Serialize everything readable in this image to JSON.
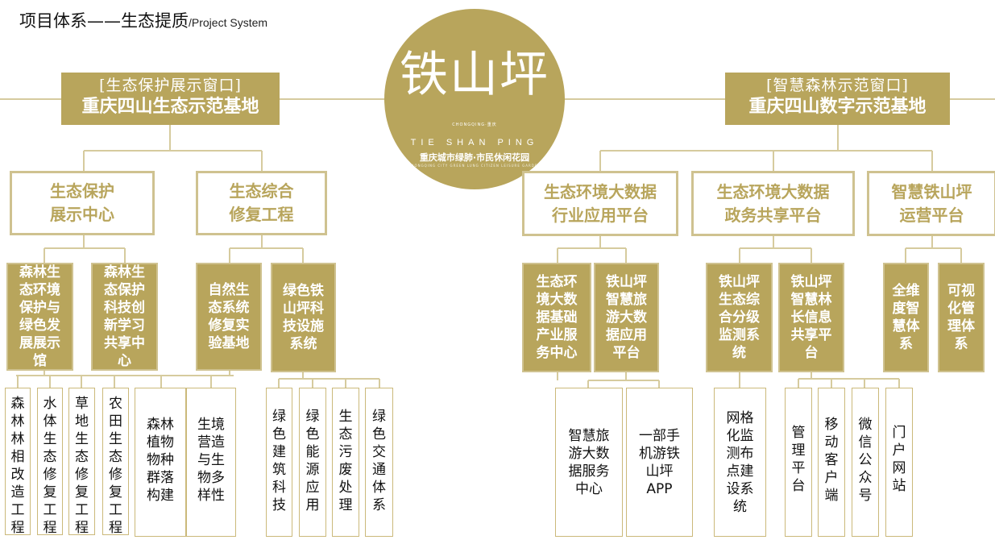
{
  "title": {
    "main": "项目体系——生态提质",
    "sub": "/Project  System"
  },
  "center": {
    "name": "铁山坪",
    "tiny_text": "CHONGQING·重庆",
    "pinyin": "TIE SHAN PING",
    "slogan": "重庆城市绿肺·市民休闲花园",
    "tiny_text2": "CHONGQING CITY GREEN LUNG CITIZEN LEISURE GARDEN"
  },
  "left": {
    "banner": {
      "line1": "[生态保护展示窗口]",
      "line2": "重庆四山生态示范基地"
    },
    "groups": [
      {
        "label": "生态保护\n展示中心",
        "children": [
          {
            "label": "森林生\n态环境\n保护与\n绿色发\n展展示\n馆",
            "leaves": [
              "森林林相改造工程",
              "水体生态修复工程",
              "草地生态修复工程"
            ]
          },
          {
            "label": "森林生\n态保护\n科技创\n新学习\n共享中\n心",
            "leaves": [
              "农田生态修复工程",
              "森林\n植物\n物种\n群落\n构建"
            ]
          }
        ]
      },
      {
        "label": "生态综合\n修复工程",
        "children": [
          {
            "label": "自然生\n态系统\n修复实\n验基地",
            "leaves": [
              "生境\n营造\n与生\n物多\n样性"
            ]
          },
          {
            "label": "绿色铁\n山坪科\n技设施\n系统",
            "leaves": [
              "绿色建筑科技",
              "绿色能源应用",
              "生态污废处理",
              "绿色交通体系"
            ]
          }
        ]
      }
    ]
  },
  "right": {
    "banner": {
      "line1": "[智慧森林示范窗口]",
      "line2": "重庆四山数字示范基地"
    },
    "groups": [
      {
        "label": "生态环境大数据\n行业应用平台",
        "children": [
          {
            "label": "生态环\n境大数\n据基础\n产业服\n务中心",
            "leaves": [
              "智慧旅\n游大数\n据服务\n中心"
            ]
          },
          {
            "label": "铁山坪\n智慧旅\n游大数\n据应用\n平台",
            "leaves": [
              "一部手\n机游铁\n山坪\nAPP"
            ]
          }
        ]
      },
      {
        "label": "生态环境大数据\n政务共享平台",
        "children": [
          {
            "label": "铁山坪\n生态综\n合分级\n监测系\n统",
            "leaves": [
              "网格\n化监\n测布\n点建\n设系\n统"
            ]
          },
          {
            "label": "铁山坪\n智慧林\n长信息\n共享平\n台",
            "leaves": [
              "管理平台",
              "移动客户端",
              "微信公众号",
              "门户网站"
            ]
          }
        ]
      },
      {
        "label": "智慧铁山坪\n运营平台",
        "children": [
          {
            "label": "全维\n度智\n慧体\n系",
            "leaves": []
          },
          {
            "label": "可视\n化管\n理体\n系",
            "leaves": []
          }
        ]
      }
    ]
  }
}
